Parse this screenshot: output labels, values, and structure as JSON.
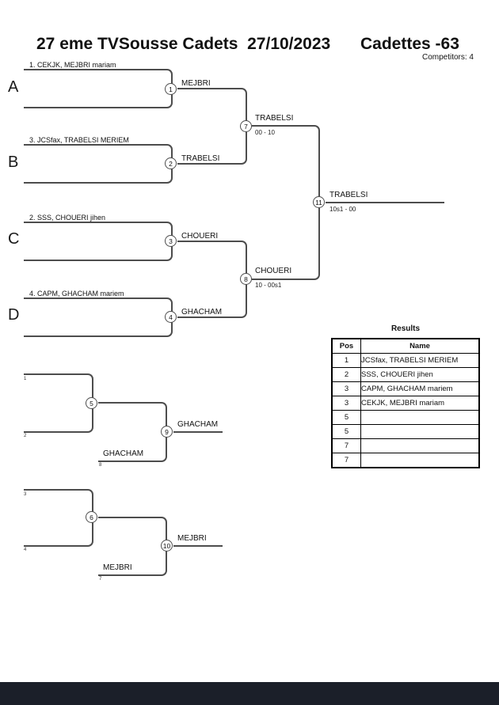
{
  "header": {
    "title_left": "27 eme TVSousse Cadets  27/10/2023",
    "title_right": "Cadettes -63",
    "competitors_label": "Competitors: 4"
  },
  "bracket": {
    "groups": [
      {
        "letter": "A",
        "competitor": "1. CEKJK, MEJBRI mariam",
        "match_no": "1",
        "winner": "MEJBRI"
      },
      {
        "letter": "B",
        "competitor": "3. JCSfax, TRABELSI MERIEM",
        "match_no": "2",
        "winner": "TRABELSI"
      },
      {
        "letter": "C",
        "competitor": "2. SSS, CHOUERI jihen",
        "match_no": "3",
        "winner": "CHOUERI"
      },
      {
        "letter": "D",
        "competitor": "4. CAPM, GHACHAM mariem",
        "match_no": "4",
        "winner": "GHACHAM"
      }
    ],
    "semifinals": [
      {
        "match_no": "7",
        "winner": "TRABELSI",
        "score": "00 - 10"
      },
      {
        "match_no": "8",
        "winner": "CHOUERI",
        "score": "10 - 00s1"
      }
    ],
    "final": {
      "match_no": "11",
      "winner": "TRABELSI",
      "score": "10s1 - 00"
    }
  },
  "repechage": [
    {
      "match_no": "5",
      "bronze_match_no": "9",
      "feed_ref_top": "1",
      "feed_ref_bottom": "2",
      "loser_ref": "8",
      "loser_name": "GHACHAM",
      "winner": "GHACHAM"
    },
    {
      "match_no": "6",
      "bronze_match_no": "10",
      "feed_ref_top": "3",
      "feed_ref_bottom": "4",
      "loser_ref": "7",
      "loser_name": "MEJBRI",
      "winner": "MEJBRI"
    }
  ],
  "results_table": {
    "title": "Results",
    "columns": {
      "pos": "Pos",
      "name": "Name"
    },
    "rows": [
      {
        "pos": "1",
        "name": "JCSfax, TRABELSI MERIEM"
      },
      {
        "pos": "2",
        "name": "SSS, CHOUERI jihen"
      },
      {
        "pos": "3",
        "name": "CAPM, GHACHAM mariem"
      },
      {
        "pos": "3",
        "name": "CEKJK, MEJBRI mariam"
      },
      {
        "pos": "5",
        "name": ""
      },
      {
        "pos": "5",
        "name": ""
      },
      {
        "pos": "7",
        "name": ""
      },
      {
        "pos": "7",
        "name": ""
      }
    ]
  },
  "colors": {
    "line": "#4d4d4d",
    "text": "#111111",
    "footer_bar": "#1b1f29"
  }
}
